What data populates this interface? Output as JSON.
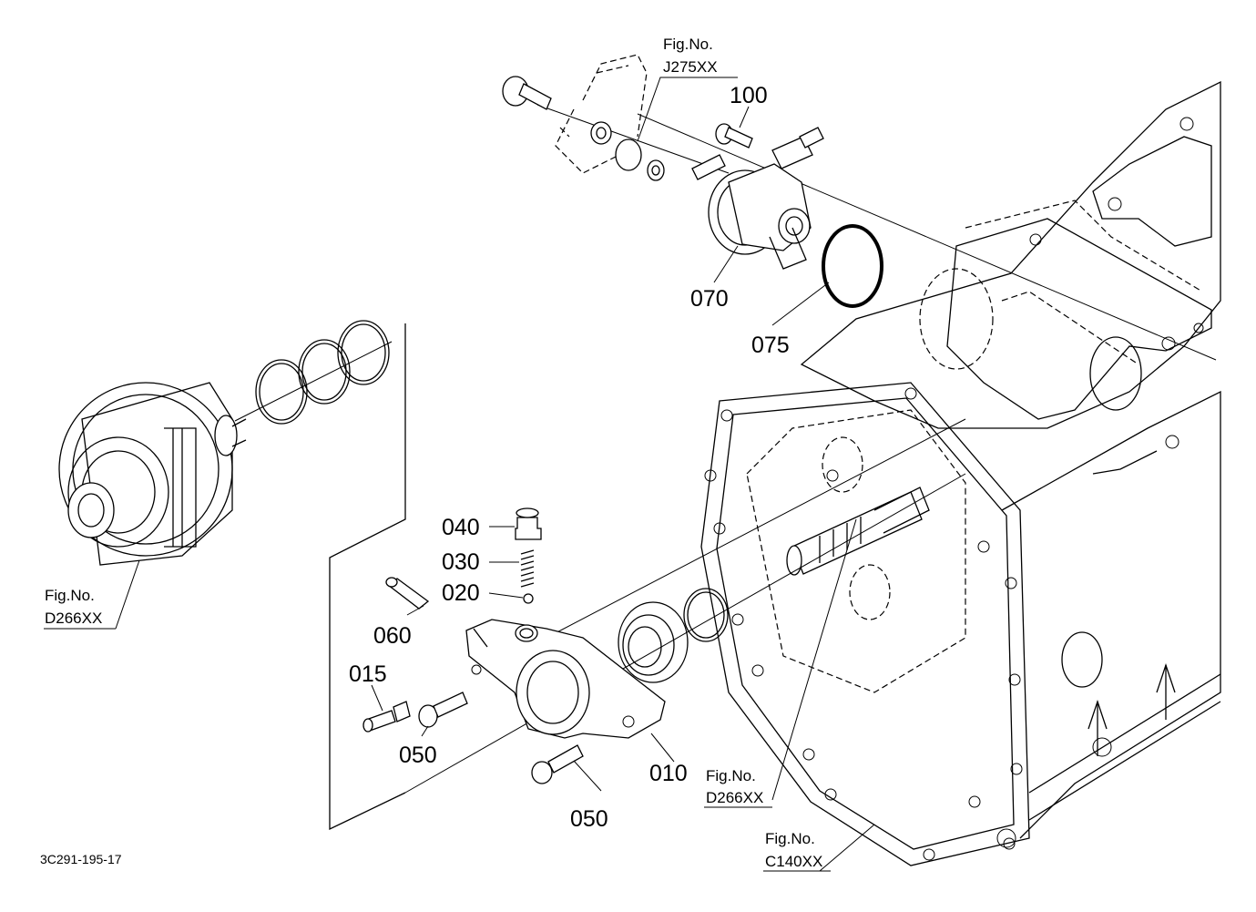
{
  "diagram": {
    "drawing_code": "3C291-195-17",
    "callouts": [
      {
        "id": "100",
        "label": "100"
      },
      {
        "id": "070",
        "label": "070"
      },
      {
        "id": "075",
        "label": "075"
      },
      {
        "id": "040",
        "label": "040"
      },
      {
        "id": "030",
        "label": "030"
      },
      {
        "id": "020",
        "label": "020"
      },
      {
        "id": "060",
        "label": "060"
      },
      {
        "id": "015",
        "label": "015"
      },
      {
        "id": "050a",
        "label": "050"
      },
      {
        "id": "050b",
        "label": "050"
      },
      {
        "id": "010",
        "label": "010"
      }
    ],
    "fig_refs": [
      {
        "id": "j275",
        "caption": "Fig.No.",
        "code": "J275XX"
      },
      {
        "id": "d266-left",
        "caption": "Fig.No.",
        "code": "D266XX"
      },
      {
        "id": "d266-right",
        "caption": "Fig.No.",
        "code": "D266XX"
      },
      {
        "id": "c140",
        "caption": "Fig.No.",
        "code": "C140XX"
      }
    ]
  }
}
